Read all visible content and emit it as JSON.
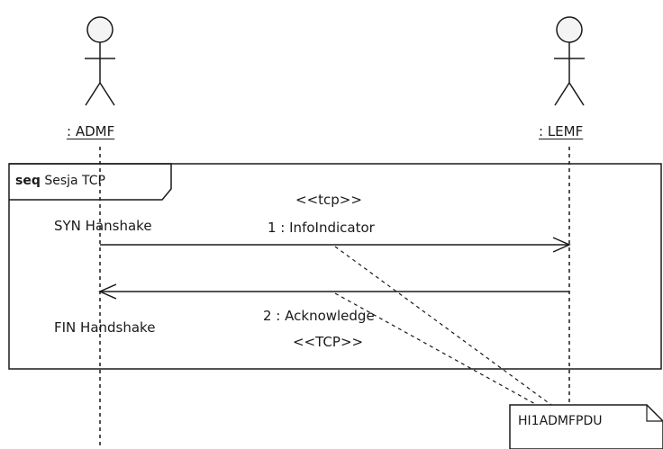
{
  "actors": [
    {
      "id": "admf",
      "name": ": ADMF"
    },
    {
      "id": "lemf",
      "name": ": LEMF"
    }
  ],
  "frame": {
    "keyword": "seq",
    "title": "Sesja TCP"
  },
  "messages": [
    {
      "id": "m1",
      "stereotype": "<<tcp>>",
      "label": "1 : InfoIndicator",
      "from": "admf",
      "to": "lemf"
    },
    {
      "id": "m2",
      "stereotype": "<<TCP>>",
      "label": "2 : Acknowledge",
      "from": "lemf",
      "to": "admf"
    }
  ],
  "side_labels": {
    "syn": "SYN Hanshake",
    "fin": "FIN Handshake"
  },
  "note": {
    "text": "HI1ADMFPDU"
  },
  "colors": {
    "line": "#1a1a1a",
    "background": "#ffffff"
  }
}
